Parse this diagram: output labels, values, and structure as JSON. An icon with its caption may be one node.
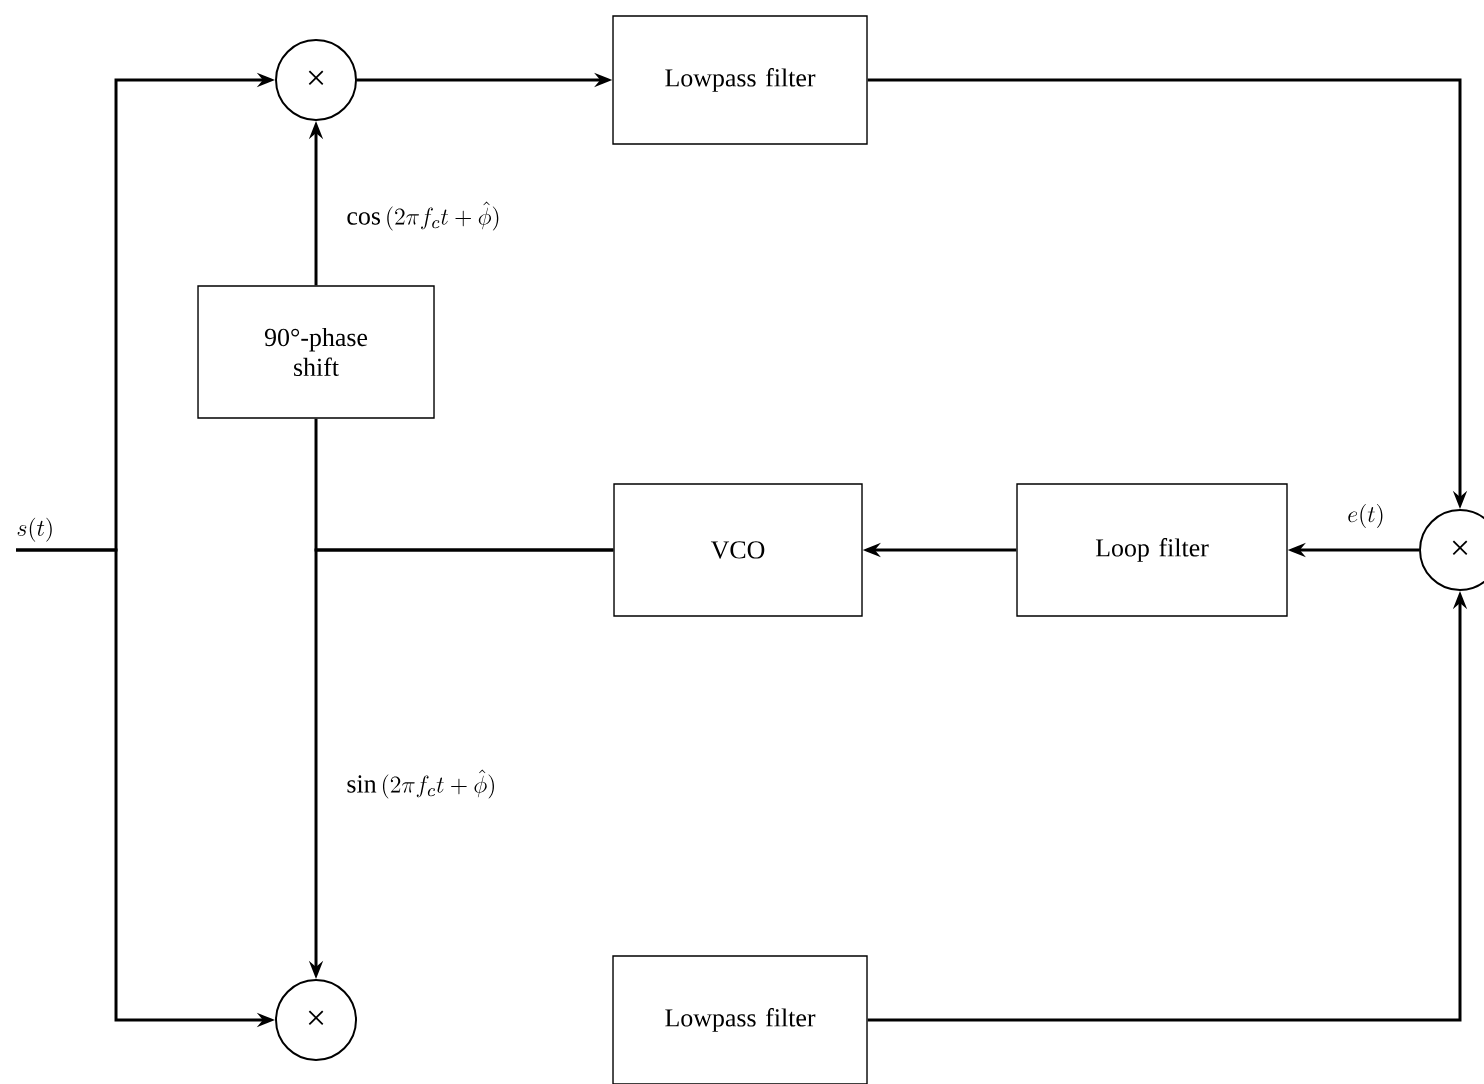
{
  "diagram": {
    "nodes": [
      {
        "text": [
          "×"
        ]
      },
      {
        "text": [
          "Lowpass filter"
        ]
      },
      {
        "text": [
          "90°-phase shift"
        ]
      },
      {
        "text": [
          "s(t)"
        ]
      },
      {
        "text": [
          "VCO"
        ]
      },
      {
        "text": [
          "Loop filter"
        ]
      },
      {
        "text": [
          "×"
        ]
      },
      {
        "text": [
          "×"
        ]
      },
      {
        "text": [
          "Lowpass filter"
        ]
      }
    ],
    "edges": [
      {
        "from": 3,
        "to": 0,
        "arrow": "to"
      },
      {
        "from": 3,
        "to": 7,
        "arrow": "to"
      },
      {
        "from": 0,
        "to": 1,
        "arrow": "to"
      },
      {
        "from": 1,
        "to": 6,
        "arrow": "to"
      },
      {
        "from": 8,
        "to": 6,
        "arrow": "to"
      },
      {
        "from": 6,
        "to": 5,
        "arrow": "to",
        "label": "e(t)"
      },
      {
        "from": 5,
        "to": 4,
        "arrow": "to"
      },
      {
        "from": 2,
        "to": 0,
        "arrow": "to",
        "label": "\\cos\\,(2\\pi f_c t+\\hat{\\phi})"
      },
      {
        "from": 4,
        "to": 2,
        "arrow": "none"
      },
      {
        "from": 4,
        "to": 7,
        "arrow": "to",
        "label": "\\sin\\,(2\\pi f_c t+\\hat{\\phi})"
      }
    ]
  }
}
